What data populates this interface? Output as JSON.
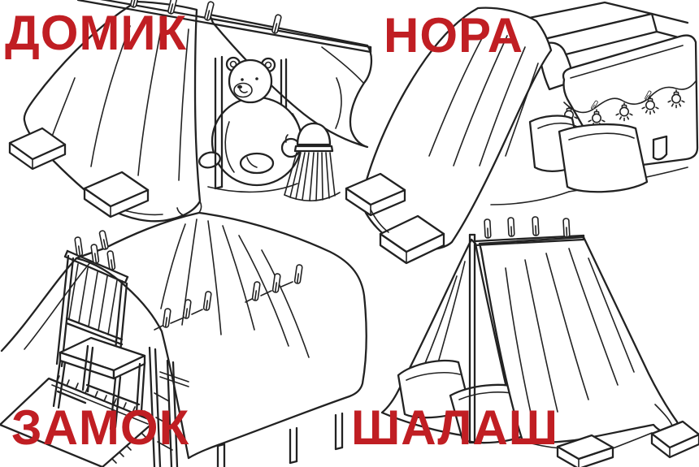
{
  "theme": {
    "background": "#ffffff",
    "label_color": "#c01e23",
    "line_color": "#222222"
  },
  "figure": {
    "type": "illustrated-diagram",
    "subject": "types-of-blanket-forts",
    "quadrants": [
      {
        "position": "top-left",
        "label": "ДОМИК",
        "scene": "blanket-fort-on-frame-with-clothespins-teddy-bear-books-and-tassel-lamp"
      },
      {
        "position": "top-right",
        "label": "НОРА",
        "scene": "blanket-draped-over-sofa-with-string-lights-pillows-and-book-weights"
      },
      {
        "position": "bottom-left",
        "label": "ЗАМОК",
        "scene": "blanket-canopy-over-chairs-with-clothespin-seams-and-fringed-rug"
      },
      {
        "position": "bottom-right",
        "label": "ШАЛАШ",
        "scene": "lean-to-blanket-tent-on-pole-with-clothespin-rod-pillows-and-book-weights"
      }
    ]
  }
}
